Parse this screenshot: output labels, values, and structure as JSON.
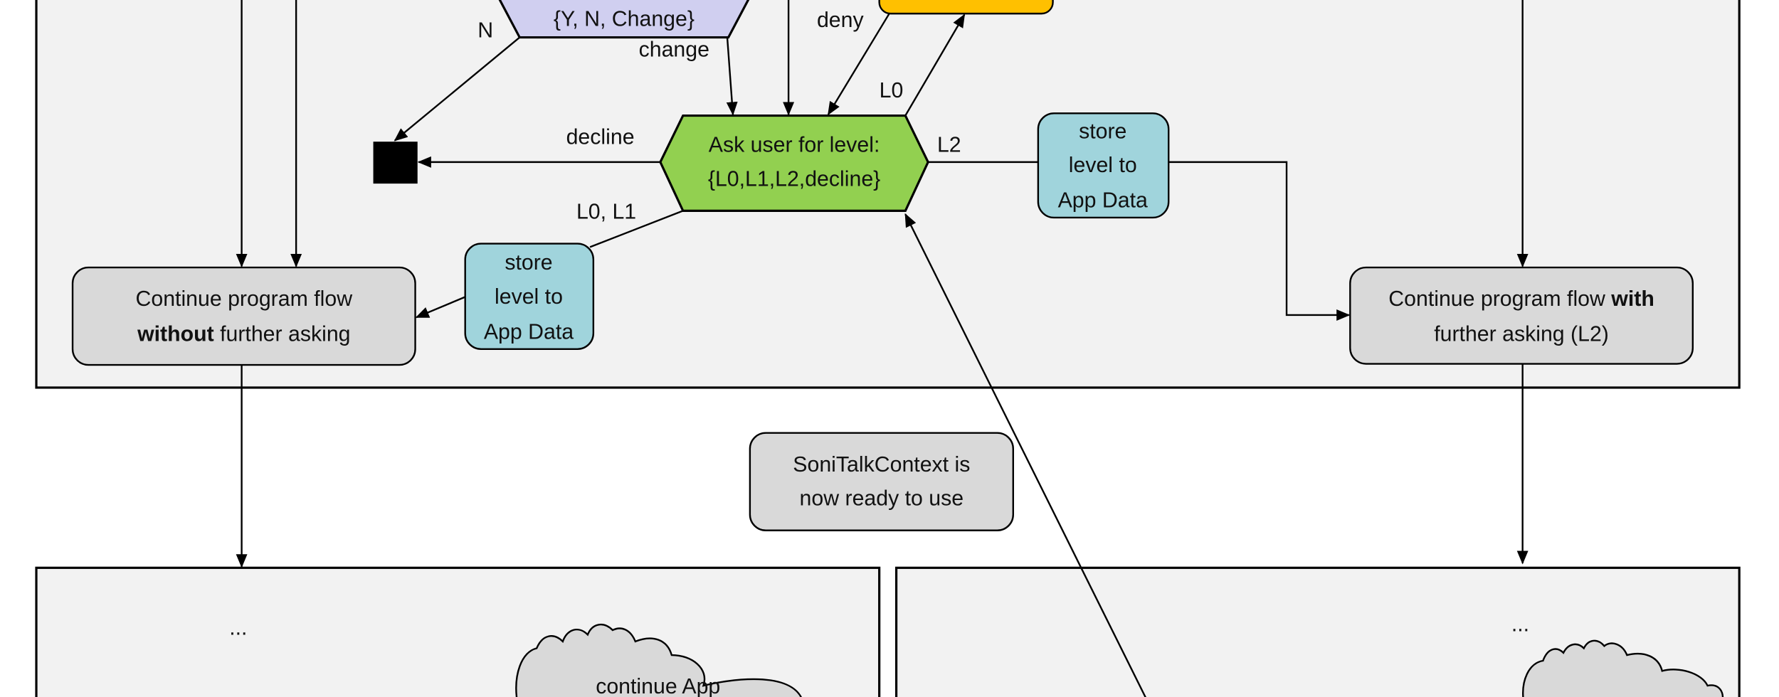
{
  "colors": {
    "frame_bg": "#f2f2f2",
    "question_hexagon": "#d0cff0",
    "ask_level_hexagon": "#92d050",
    "store_box": "#a0d4dc",
    "continue_box": "#d9d9d9",
    "permission_box": "#ffc000",
    "end_node": "#000000"
  },
  "nodes": {
    "question_options": "{Y, N, Change}",
    "ask_level_line1": "Ask user for level:",
    "ask_level_line2": "{L0,L1,L2,decline}",
    "store_left": [
      "store",
      "level to",
      "App Data"
    ],
    "store_right": [
      "store",
      "level to",
      "App Data"
    ],
    "continue_without_line1": "Continue program flow",
    "continue_without_bold": "without",
    "continue_without_rest": " further asking",
    "continue_with_prefix": "Continue program flow ",
    "continue_with_bold": "with",
    "continue_with_line2": "further asking (L2)",
    "ready_line1": "SoniTalkContext is",
    "ready_line2": "now ready to use",
    "cloud_left": "continue App",
    "ellipsis_left": "...",
    "ellipsis_right": "..."
  },
  "edge_labels": {
    "n": "N",
    "change": "change",
    "deny": "deny",
    "l0": "L0",
    "l2": "L2",
    "decline": "decline",
    "l0_l1": "L0, L1"
  }
}
